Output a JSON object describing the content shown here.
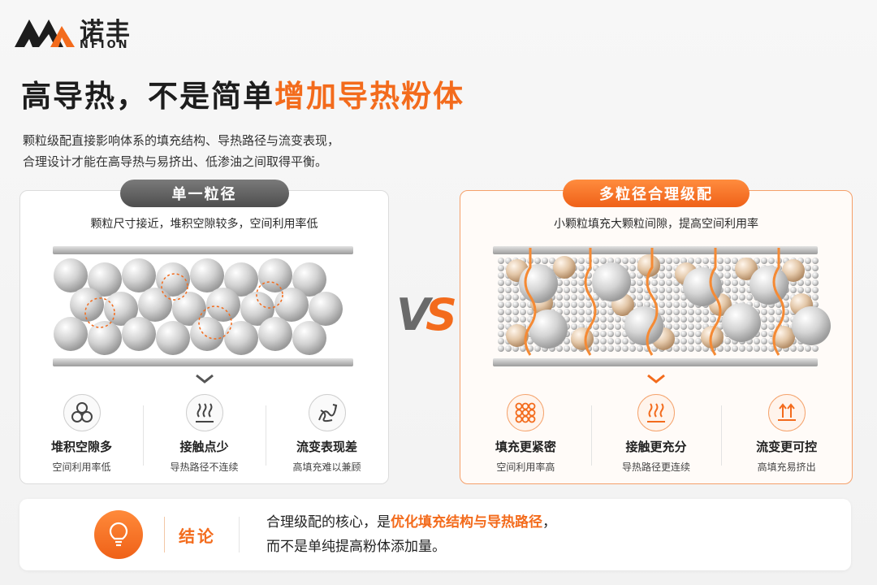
{
  "brand": {
    "name_cn": "诺丰",
    "name_en": "NFION"
  },
  "headline": {
    "plain": "高导热，不是简单",
    "highlight": "增加导热粉体"
  },
  "description": {
    "line1": "颗粒级配直接影响体系的填充结构、导热路径与流变表现，",
    "line2": "合理设计才能在高导热与易挤出、低渗油之间取得平衡。"
  },
  "vs": "VS",
  "left_panel": {
    "title": "单一粒径",
    "caption": "颗粒尺寸接近，堆积空隙较多，空间利用率低",
    "features": [
      {
        "icon": "three-circles-icon",
        "title": "堆积空隙多",
        "sub": "空间利用率低"
      },
      {
        "icon": "heat-waves-icon",
        "title": "接触点少",
        "sub": "导热路径不连续"
      },
      {
        "icon": "tangled-flow-icon",
        "title": "流变表现差",
        "sub": "高填充难以兼顾"
      }
    ]
  },
  "right_panel": {
    "title": "多粒径合理级配",
    "caption": "小颗粒填充大颗粒间隙，提高空间利用率",
    "features": [
      {
        "icon": "dense-grid-icon",
        "title": "填充更紧密",
        "sub": "空间利用率高"
      },
      {
        "icon": "heat-waves-icon",
        "title": "接触更充分",
        "sub": "导热路径更连续"
      },
      {
        "icon": "up-arrows-icon",
        "title": "流变更可控",
        "sub": "高填充易挤出"
      }
    ]
  },
  "conclusion": {
    "label": "结论",
    "line1_pre": "合理级配的核心，是",
    "line1_hl": "优化填充结构与导热路径",
    "line1_post": "，",
    "line2": "而不是单纯提高粉体添加量。"
  },
  "colors": {
    "accent": "#f36b1c",
    "gray_pill": "#5f5f5f",
    "dark_text": "#1d1d1d"
  }
}
